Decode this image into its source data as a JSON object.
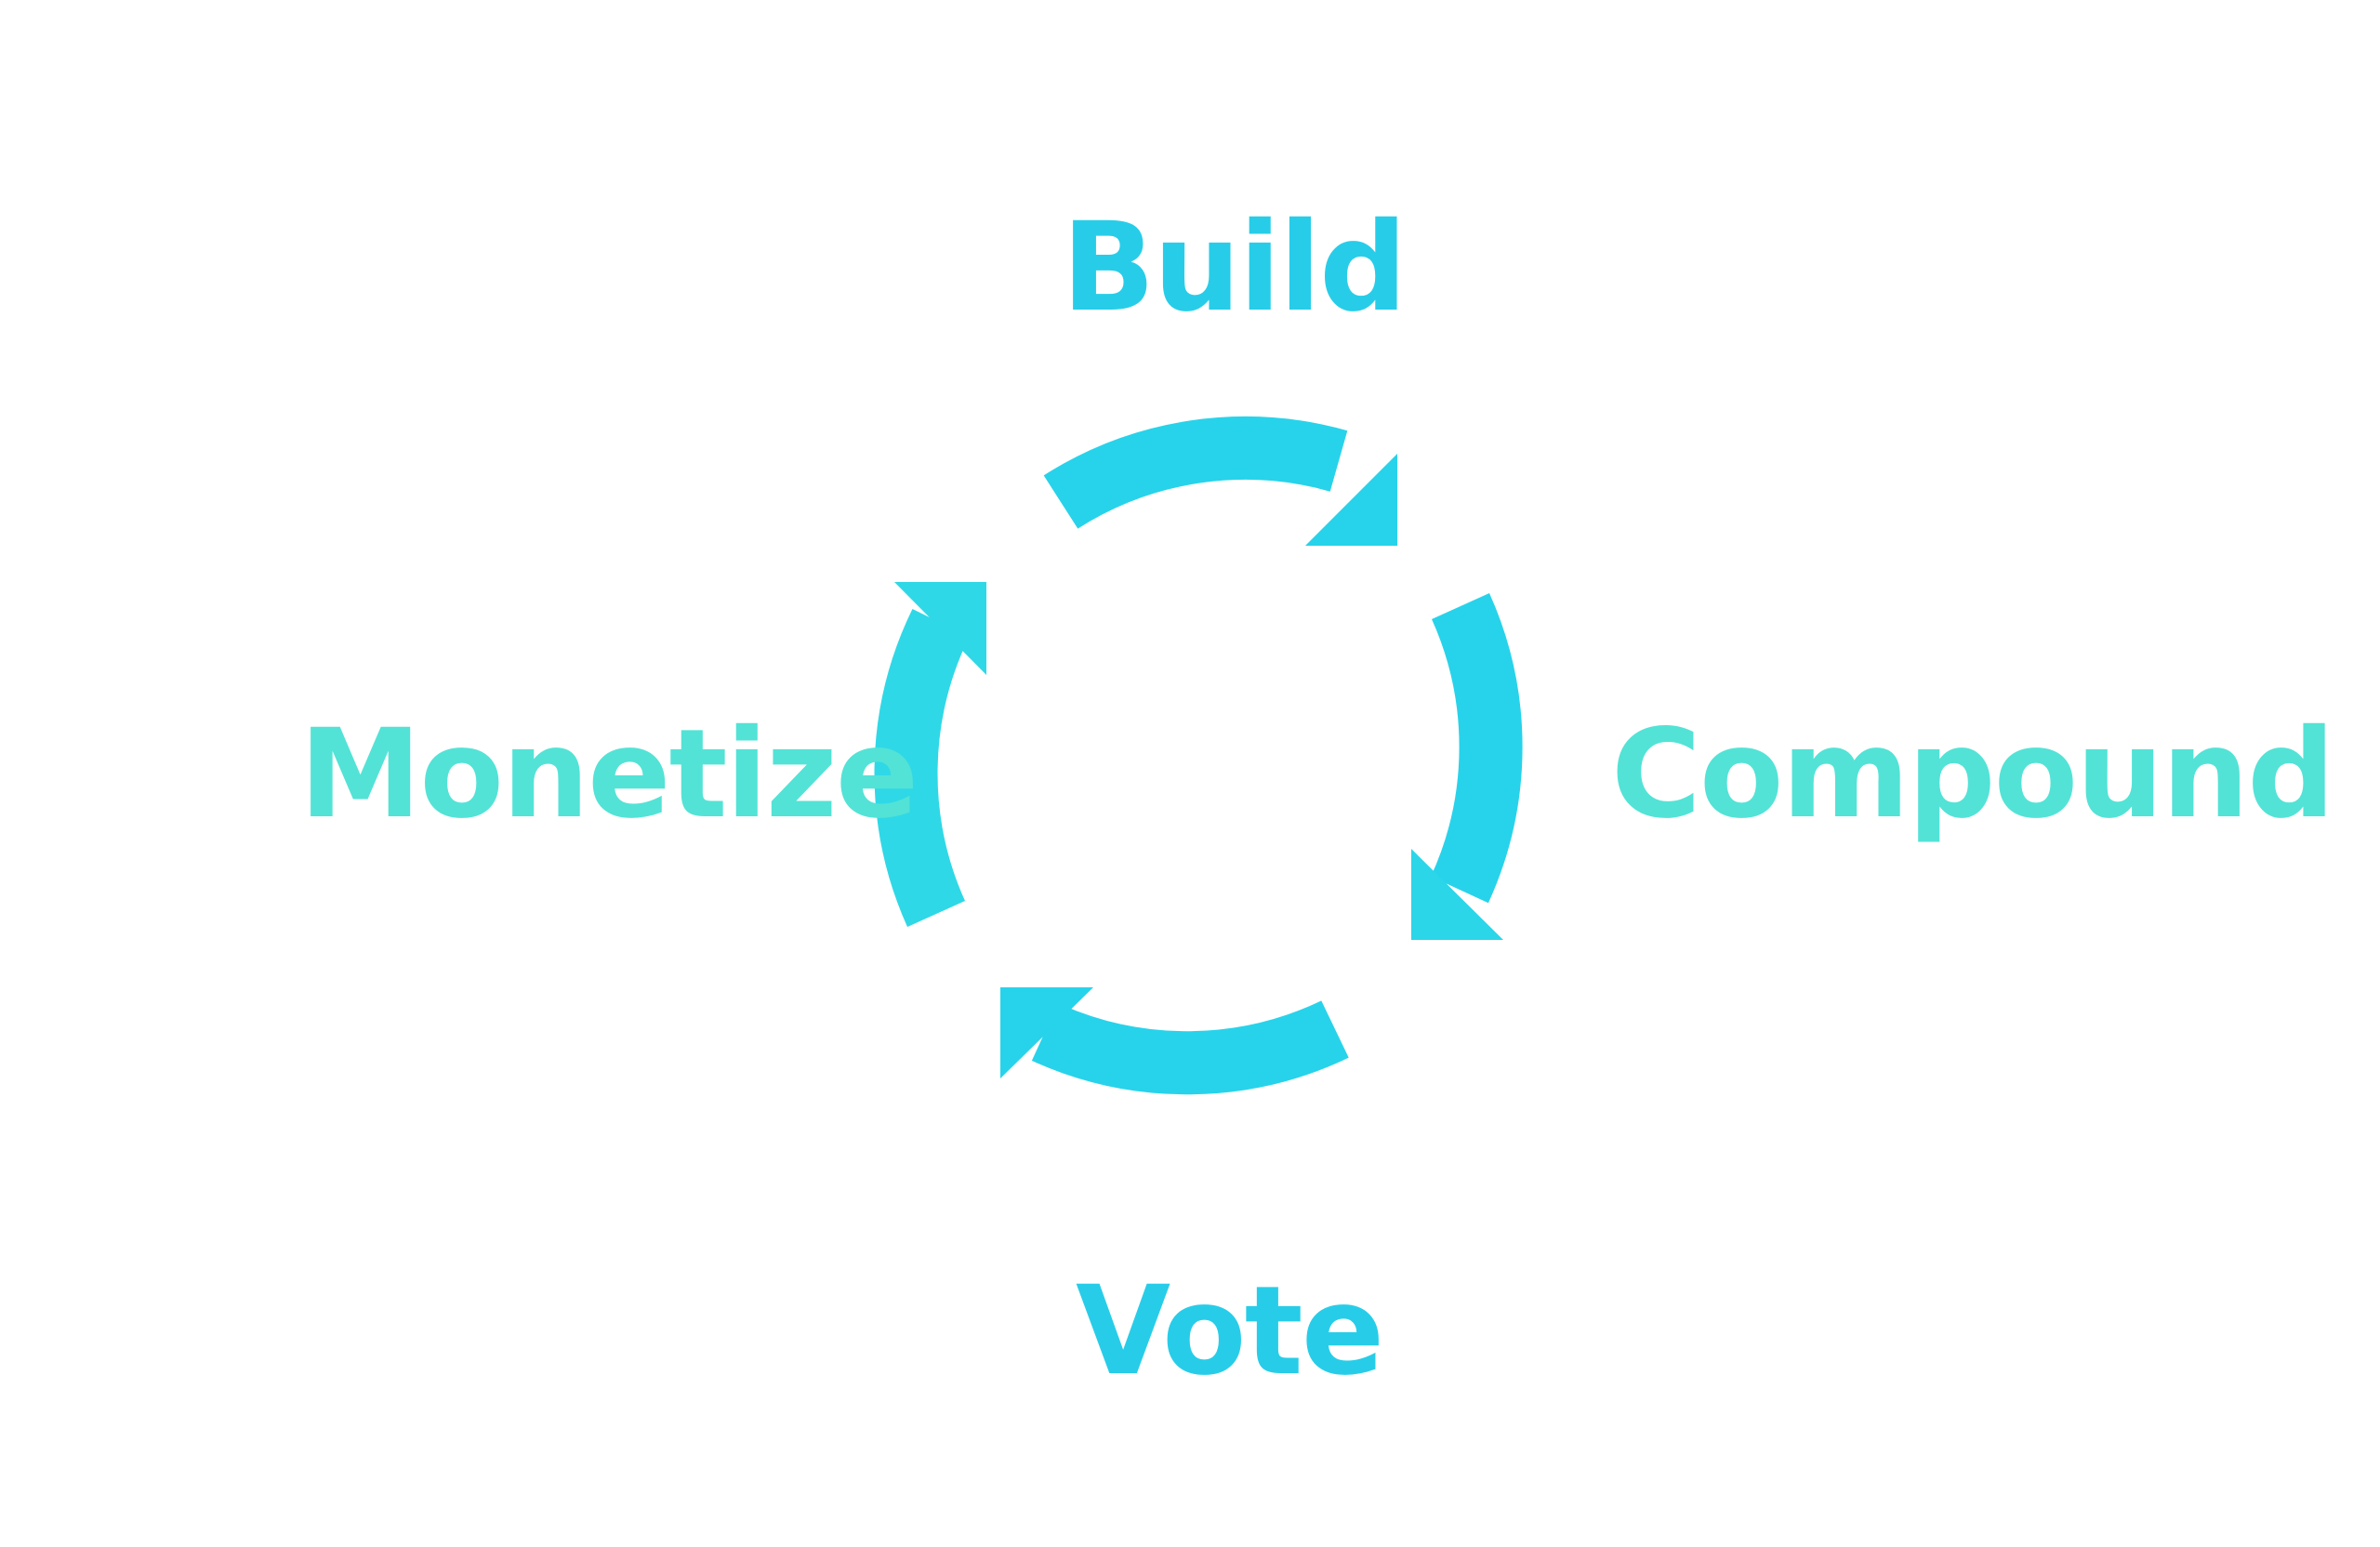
{
  "colors": {
    "background": "#ffffff",
    "arrow_blue": "#27d3ea",
    "label_blue": "#27cde8",
    "label_teal": "#52e3d6"
  },
  "stages": {
    "top": "Build",
    "right": "Compound",
    "bottom": "Vote",
    "left": "Monetize"
  },
  "arrows": {
    "direction": "clockwise",
    "count": 4
  }
}
